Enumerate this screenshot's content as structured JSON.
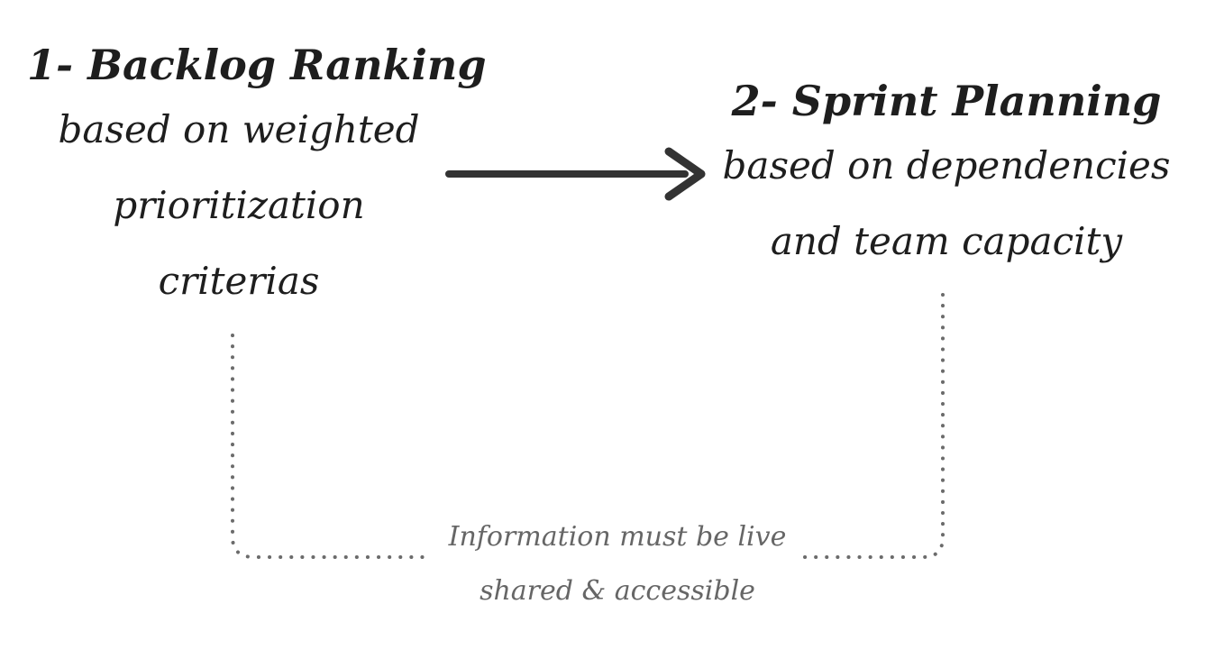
{
  "steps": [
    {
      "title": "1- Backlog Ranking",
      "description_lines": [
        "based on weighted",
        "prioritization",
        "criterias"
      ]
    },
    {
      "title": "2- Sprint Planning",
      "description_lines": [
        "based on dependencies",
        "and team capacity"
      ]
    }
  ],
  "note": {
    "lines": [
      "Information must be live",
      "shared & accessible"
    ]
  },
  "colors": {
    "text": "#1e1e1e",
    "arrow": "#333333",
    "dotted_line": "#6b6b6b",
    "note_text": "#666666",
    "background": "#ffffff"
  },
  "icons": {
    "arrow": "right-arrow-icon"
  }
}
